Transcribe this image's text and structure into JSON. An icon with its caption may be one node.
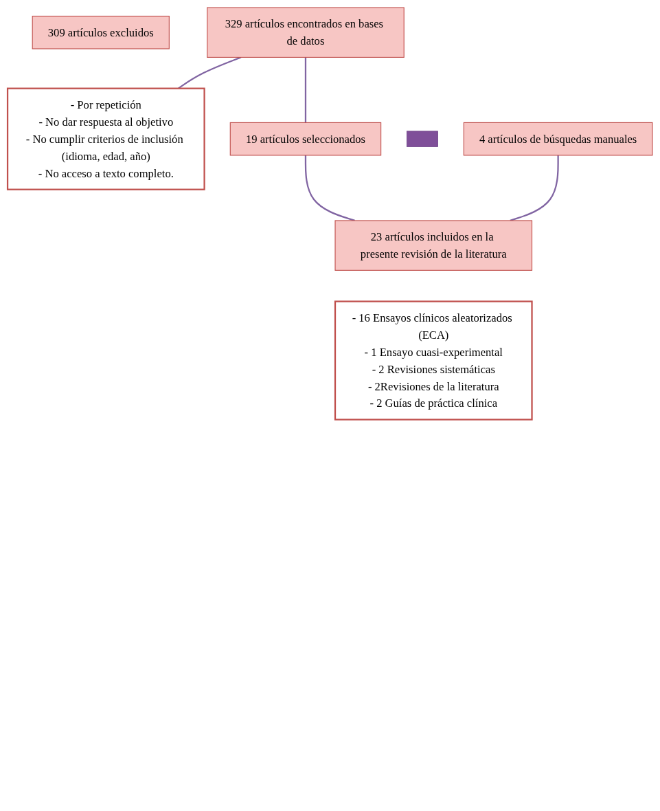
{
  "diagram": {
    "nodes": [
      {
        "text": [
          "329 artículos encontrados en bases de datos"
        ]
      },
      {
        "text": [
          "309 artículos excluidos"
        ]
      },
      {
        "text": [
          "- Por repetición",
          "- No dar respuesta al objetivo",
          "- No cumplir criterios de inclusión (idioma, edad, año)",
          "- No acceso a texto completo."
        ]
      },
      {
        "text": [
          "19 artículos seleccionados"
        ]
      },
      {
        "text": [],
        "shape": "plus"
      },
      {
        "text": [
          "4 artículos de búsquedas manuales"
        ]
      },
      {
        "text": [
          "23 artículos incluidos en la presente revisión de la literatura"
        ]
      },
      {
        "text": [
          "- 16 Ensayos clínicos aleatorizados (ECA)",
          "- 1 Ensayo cuasi-experimental",
          "- 2 Revisiones sistemáticas",
          "- 2Revisiones de la literatura",
          "- 2 Guías de práctica clínica"
        ]
      }
    ],
    "edges": [
      {
        "from": 0,
        "to": 2,
        "arrow": "none"
      },
      {
        "from": 0,
        "to": 3,
        "arrow": "none"
      },
      {
        "from": 3,
        "to": 6,
        "arrow": "none"
      },
      {
        "from": 5,
        "to": 6,
        "arrow": "none"
      }
    ]
  }
}
